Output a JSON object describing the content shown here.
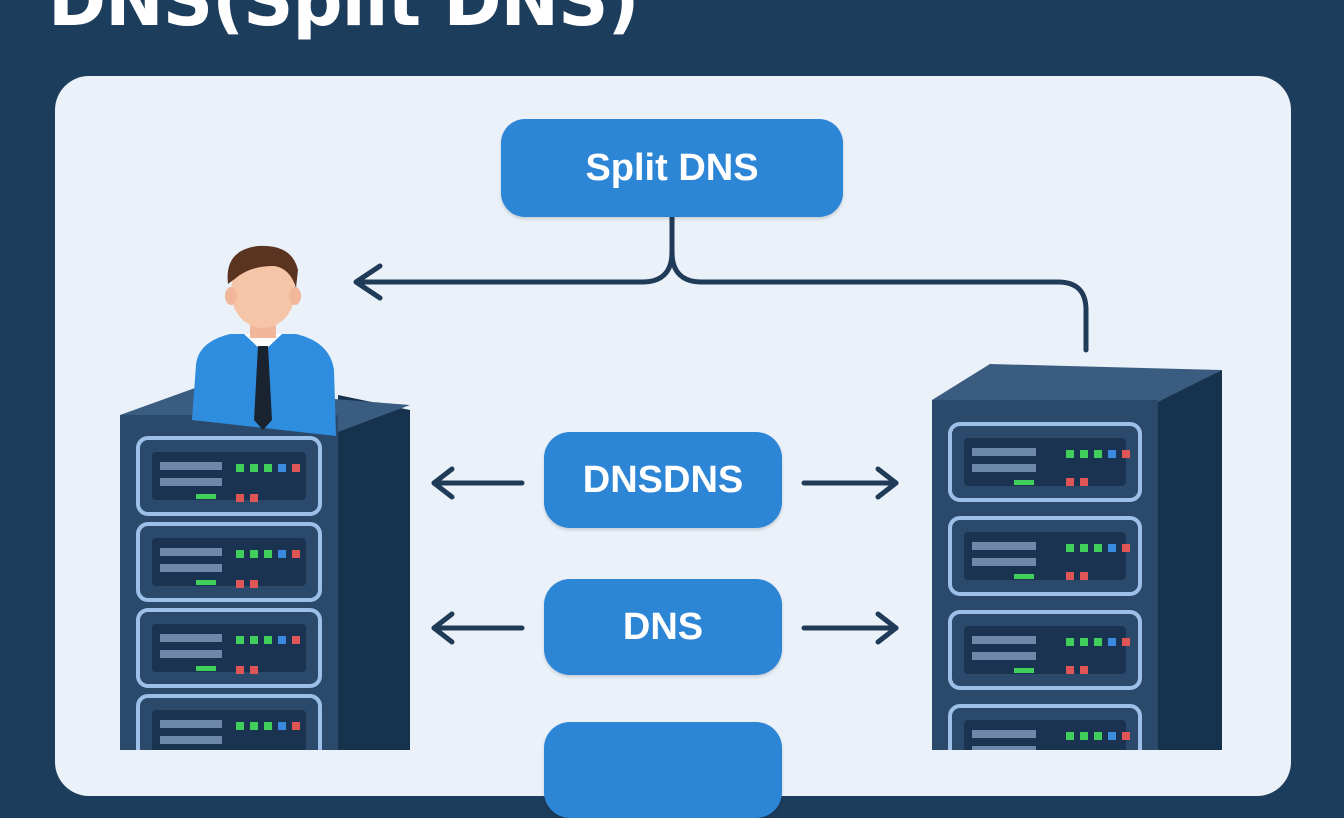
{
  "title": "DNS(Split DNS)",
  "labels": {
    "top": "Split DNS",
    "middle_1": "DNSDNS",
    "middle_2": "DNS",
    "middle_3": ""
  },
  "colors": {
    "background": "#1d3d5c",
    "panel": "#eaf1f8",
    "accent": "#2d85d6",
    "server": "#2b4a6b",
    "led_green": "#3fcf5a",
    "led_red": "#e05656",
    "led_blue": "#3a8be0"
  },
  "icons": [
    "person-icon",
    "server-rack-icon",
    "arrow-icon"
  ]
}
